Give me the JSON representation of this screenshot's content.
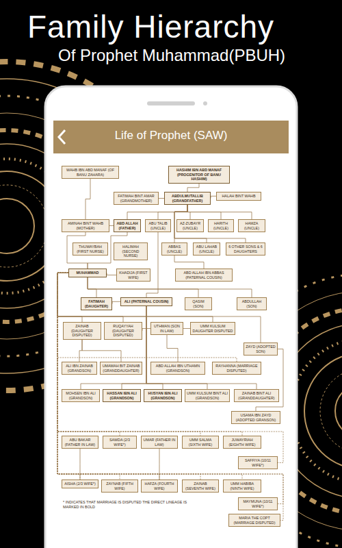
{
  "diagram": {
    "title": "Family Hierarchy Of Prophet Muhammad(PBUH)",
    "nodes": [
      {
        "text": [
          "WAHB IBN ABD MANAF (OF BANU ZAHARA)"
        ]
      },
      {
        "text": [
          "HASHIM IBN ABD MANAF (PROGENITOR OF BANU HASHIM)"
        ]
      },
      {
        "text": [
          "FATIMAH BINT AMAR (GRANDMOTHER)"
        ]
      },
      {
        "text": [
          "ABDULMUTALLIB (GRANDFATHER)"
        ]
      },
      {
        "text": [
          "HALAH BINT WAHB"
        ]
      },
      {
        "text": [
          "AMINAH BINT WAHB (MOTHER)"
        ]
      },
      {
        "text": [
          "ABD ALLAH (FATHER)"
        ]
      },
      {
        "text": [
          "ABU TALIB (UNCLE)"
        ]
      },
      {
        "text": [
          "AZ-ZUBAYR (UNCLE)"
        ]
      },
      {
        "text": [
          "HARITH (UNCLE)"
        ]
      },
      {
        "text": [
          "HAMZA (UNCLE)"
        ]
      },
      {
        "text": [
          "THUWAYBAH (FIRST NURSE)"
        ]
      },
      {
        "text": [
          "HALIMAH (SECOND NURSE)"
        ]
      },
      {
        "text": [
          "ABBAS (UNCLE)"
        ]
      },
      {
        "text": [
          "ABU LAHAB (UNCLE)"
        ]
      },
      {
        "text": [
          "6 OTHER SONS & 6 DAUGHTERS"
        ]
      },
      {
        "text": [
          "MUHAMMAD"
        ]
      },
      {
        "text": [
          "KHADIJA (FIRST WIFE)"
        ]
      },
      {
        "text": [
          "ABD ALLAH IBN ABBAS (PATERNAL COUSIN)"
        ]
      },
      {
        "text": [
          "FATIMAH (DAUGHTER)"
        ]
      },
      {
        "text": [
          "ALI (PATERNAL COUSIN)"
        ]
      },
      {
        "text": [
          "QASIM (SON)"
        ]
      },
      {
        "text": [
          "ABDULLAH (SON)"
        ]
      },
      {
        "text": [
          "ZAINAB (DAUGHTER DISPUTED)"
        ]
      },
      {
        "text": [
          "RUQAYYAH (DAUGHTER DISPUTED)"
        ]
      },
      {
        "text": [
          "UTHMAN (SON IN LAW)"
        ]
      },
      {
        "text": [
          "UMM KULSUM DAUGHTER DISPUTED"
        ]
      },
      {
        "text": [
          "ZAYD (ADOPTED SON)"
        ]
      },
      {
        "text": [
          "ALI IBN ZAINAB (GRANDSON)"
        ]
      },
      {
        "text": [
          "UMAMAH BIT ZAINAB (GRANDDAUGHTER)"
        ]
      },
      {
        "text": [
          "ABD ALLAH IBN UTHAMN (GRANDSON)"
        ]
      },
      {
        "text": [
          "RAYHANNA (MARRIAGE DISPUTED)"
        ]
      },
      {
        "text": [
          "MOHSEN IBN ALI (GRANDSON)"
        ]
      },
      {
        "text": [
          "HASSAN IBN ALI (GRANDSON)"
        ]
      },
      {
        "text": [
          "HUSYAN IBN ALI (GRANDSON)"
        ]
      },
      {
        "text": [
          "UMM KULSUM BINT ALI (GRANDSON)"
        ]
      },
      {
        "text": [
          "ZAINAB BINT ALI (GRANDDAUGHTER)"
        ]
      },
      {
        "text": [
          "USAMA IBN ZAYD (ADOPTED GRANSON)"
        ]
      },
      {
        "text": [
          "ABU BAKAR (FATHER IN LAW)"
        ]
      },
      {
        "text": [
          "SAWDA (2/3 WIFE*)"
        ]
      },
      {
        "text": [
          "UMAR (FATHER IN LAW)"
        ]
      },
      {
        "text": [
          "UMM SALMA (SIXTH WIFE)"
        ]
      },
      {
        "text": [
          "JUWAYRIAH (EIGHTH WIFE)"
        ]
      },
      {
        "text": [
          "SAFFIYA (10/11 WIFE*)"
        ]
      },
      {
        "text": [
          "AISHA (2/3 WIFE*)"
        ]
      },
      {
        "text": [
          "ZAYNAB (FIFTH WIFE)"
        ]
      },
      {
        "text": [
          "HAFZA (FOURTH WIFE)"
        ]
      },
      {
        "text": [
          "ZAINAB (SEVENTH WIFE)"
        ]
      },
      {
        "text": [
          "UMM HABIBA (NINTH WIFE)"
        ]
      },
      {
        "text": [
          "MAYMUNA (10/11 WIFE*)"
        ]
      },
      {
        "text": [
          "MARIA THE COPT (MARRIAGE DISPUTED)"
        ]
      }
    ],
    "edges": [
      {
        "from": 0,
        "to": 5,
        "arrow": "none"
      },
      {
        "from": 1,
        "to": 3,
        "arrow": "none"
      },
      {
        "from": 2,
        "to": 3,
        "arrow": "none"
      },
      {
        "from": 3,
        "to": 4,
        "arrow": "none"
      },
      {
        "from": 3,
        "to": 6,
        "arrow": "none"
      },
      {
        "from": 3,
        "to": 7,
        "arrow": "none"
      },
      {
        "from": 3,
        "to": 8,
        "arrow": "none"
      },
      {
        "from": 3,
        "to": 9,
        "arrow": "none"
      },
      {
        "from": 3,
        "to": 10,
        "arrow": "none"
      },
      {
        "from": 3,
        "to": 13,
        "arrow": "none"
      },
      {
        "from": 3,
        "to": 14,
        "arrow": "none"
      },
      {
        "from": 3,
        "to": 15,
        "arrow": "none"
      },
      {
        "from": 5,
        "to": 6,
        "arrow": "none"
      },
      {
        "from": 5,
        "to": 16,
        "arrow": "none"
      },
      {
        "from": 6,
        "to": 16,
        "arrow": "none"
      },
      {
        "from": 16,
        "to": 17,
        "arrow": "none"
      },
      {
        "from": 13,
        "to": 18,
        "arrow": "none"
      },
      {
        "from": 7,
        "to": 20,
        "arrow": "none"
      },
      {
        "from": 19,
        "to": 20,
        "arrow": "none"
      },
      {
        "from": 16,
        "to": 19,
        "arrow": "none"
      },
      {
        "from": 16,
        "to": 21,
        "arrow": "none"
      },
      {
        "from": 16,
        "to": 22,
        "arrow": "none"
      },
      {
        "from": 16,
        "to": 23,
        "arrow": "none"
      },
      {
        "from": 16,
        "to": 24,
        "arrow": "none"
      },
      {
        "from": 16,
        "to": 26,
        "arrow": "none"
      },
      {
        "from": 16,
        "to": 27,
        "arrow": "none"
      },
      {
        "from": 24,
        "to": 25,
        "arrow": "none"
      },
      {
        "from": 25,
        "to": 26,
        "arrow": "none"
      },
      {
        "from": 23,
        "to": 28,
        "arrow": "none"
      },
      {
        "from": 23,
        "to": 29,
        "arrow": "none"
      },
      {
        "from": 25,
        "to": 30,
        "arrow": "none"
      },
      {
        "from": 16,
        "to": 31,
        "arrow": "none"
      },
      {
        "from": 20,
        "to": 32,
        "arrow": "none"
      },
      {
        "from": 20,
        "to": 33,
        "arrow": "none"
      },
      {
        "from": 20,
        "to": 34,
        "arrow": "none"
      },
      {
        "from": 20,
        "to": 35,
        "arrow": "none"
      },
      {
        "from": 20,
        "to": 36,
        "arrow": "none"
      },
      {
        "from": 27,
        "to": 37,
        "arrow": "none"
      },
      {
        "from": 16,
        "to": 39,
        "arrow": "none"
      },
      {
        "from": 16,
        "to": 41,
        "arrow": "none"
      },
      {
        "from": 16,
        "to": 42,
        "arrow": "none"
      },
      {
        "from": 16,
        "to": 43,
        "arrow": "none"
      },
      {
        "from": 38,
        "to": 44,
        "arrow": "none"
      },
      {
        "from": 40,
        "to": 46,
        "arrow": "none"
      },
      {
        "from": 16,
        "to": 44,
        "arrow": "none"
      },
      {
        "from": 16,
        "to": 45,
        "arrow": "none"
      },
      {
        "from": 16,
        "to": 46,
        "arrow": "none"
      },
      {
        "from": 16,
        "to": 47,
        "arrow": "none"
      },
      {
        "from": 16,
        "to": 48,
        "arrow": "none"
      },
      {
        "from": 16,
        "to": 49,
        "arrow": "none"
      },
      {
        "from": 16,
        "to": 50,
        "arrow": "none"
      }
    ],
    "labels": [
      "Life of Prophet (SAW)",
      "* INDICATES THAT MARRIAGE IS DISPUTED THE DIRECT LINEAGE IS MARKED IN BOLD"
    ]
  }
}
